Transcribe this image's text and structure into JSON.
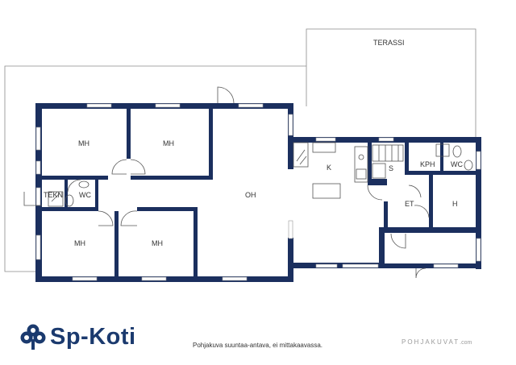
{
  "rooms": {
    "terrace": "TERASSI",
    "bedroom_1": "MH",
    "bedroom_2": "MH",
    "bedroom_3": "MH",
    "bedroom_4": "MH",
    "living_room": "OH",
    "kitchen": "K",
    "sauna": "S",
    "bathroom": "KPH",
    "wc_1": "WC",
    "wc_2": "WC",
    "technical_room": "TEKN",
    "entrance_hall": "ET",
    "hallway": "H"
  },
  "footer": {
    "brand": "Sp-Koti",
    "disclaimer": "Pohjakuva suuntaa-antava, ei mittakaavassa.",
    "credit_main": "POHJAKUVAT",
    "credit_domain": ".com"
  },
  "colors": {
    "wall": "#1b2f5e",
    "brand": "#1b3a6e",
    "outline": "#8a8a8a"
  },
  "icons": {
    "logo": "sp-koti-clover-logo"
  }
}
